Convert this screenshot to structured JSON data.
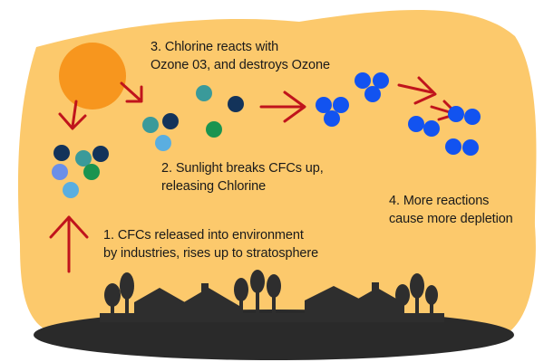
{
  "diagram": {
    "colors": {
      "background_blob": "#fcc96c",
      "sun": "#f7961e",
      "arrow": "#c0141c",
      "molecule_dark_navy": "#13335a",
      "molecule_teal": "#3a9a9a",
      "molecule_green": "#1a9450",
      "molecule_light_blue": "#5aaee0",
      "molecule_periwinkle": "#6b8fe8",
      "ozone_blue": "#1253f0",
      "silhouette": "#2e2e2e",
      "ground": "#2a2a2a"
    },
    "steps": [
      {
        "id": "step-1",
        "lines": [
          "1. CFCs released into environment",
          "by industries, rises up to stratosphere"
        ]
      },
      {
        "id": "step-2",
        "lines": [
          "2. Sunlight breaks CFCs up,",
          "releasing Chlorine"
        ]
      },
      {
        "id": "step-3",
        "lines": [
          "3. Chlorine reacts with",
          "Ozone 03, and destroys Ozone"
        ]
      },
      {
        "id": "step-4",
        "lines": [
          "4. More reactions",
          "cause more depletion"
        ]
      }
    ]
  }
}
